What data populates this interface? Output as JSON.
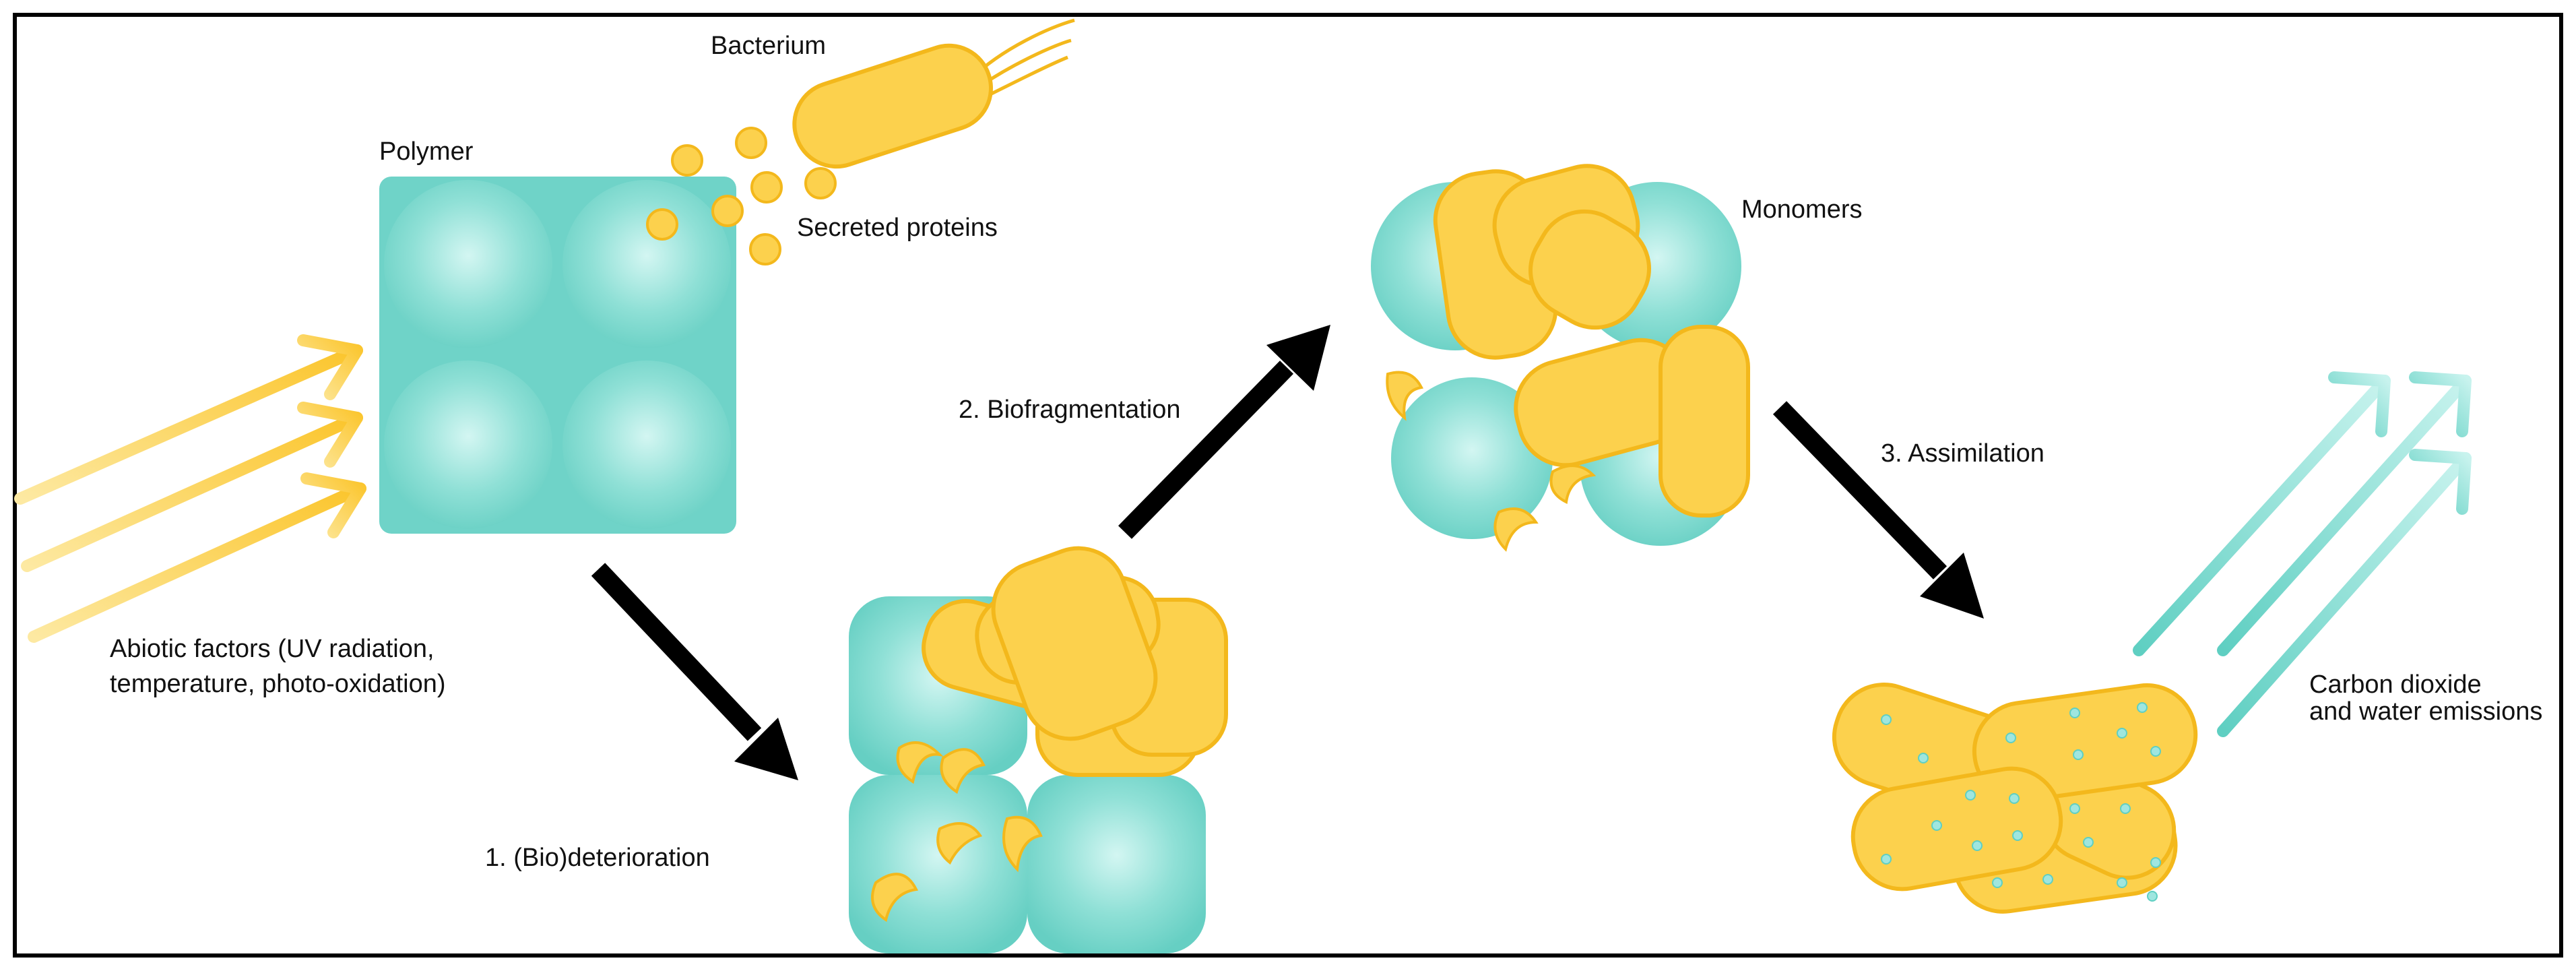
{
  "labels": {
    "bacterium": "Bacterium",
    "polymer": "Polymer",
    "secreted_proteins": "Secreted proteins",
    "abiotic_line1": "Abiotic factors (UV radiation,",
    "abiotic_line2": "temperature, photo-oxidation)",
    "step1": "1. (Bio)deterioration",
    "step2": "2. Biofragmentation",
    "monomers": "Monomers",
    "step3": "3. Assimilation",
    "emissions_line1": "Carbon dioxide",
    "emissions_line2": "and water emissions"
  },
  "colors": {
    "polymer_teal": "#6fd3c8",
    "polymer_highlight": "#c9f3ee",
    "protein_yellow": "#fcd14d",
    "protein_outline": "#f3b81c",
    "arrow_black": "#000000",
    "emission_teal": "#8de0d6",
    "dot_cyan": "#7fdcd6"
  }
}
